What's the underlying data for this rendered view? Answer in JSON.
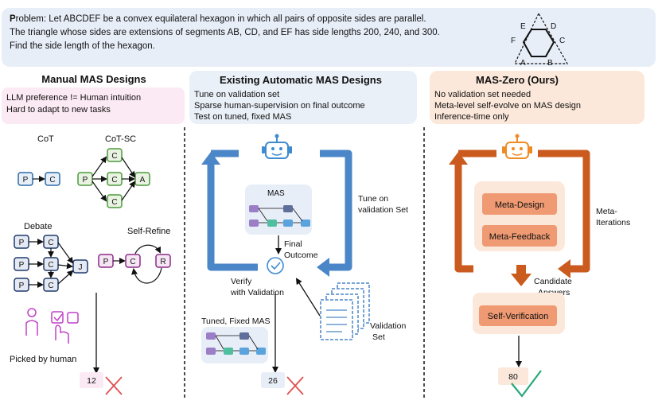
{
  "problem": {
    "bold_label": "P",
    "line1_rest": "roblem: Let ABCDEF be a convex equilateral hexagon in which all pairs of opposite sides are parallel.",
    "line2": "The triangle whose sides are extensions of segments AB, CD, and EF has side lengths 200, 240, and 300.",
    "line3": "Find the side length of the hexagon.",
    "hexagon_labels": [
      "A",
      "B",
      "C",
      "D",
      "E",
      "F"
    ]
  },
  "manual": {
    "title": "Manual MAS Designs",
    "bullets": [
      "LLM preference != Human intuition",
      "Hard to adapt to new tasks"
    ],
    "cot_label": "CoT",
    "cotsc_label": "CoT-SC",
    "debate_label": "Debate",
    "selfrefine_label": "Self-Refine",
    "picked_label": "Picked by human",
    "score": "12",
    "nodes": {
      "p": "P",
      "c": "C",
      "a": "A",
      "j": "J",
      "r": "R"
    }
  },
  "existing": {
    "title": "Existing Automatic MAS Designs",
    "bullets": [
      "Tune on validation set",
      "Sparse human-supervision on final outcome",
      "Test on tuned, fixed MAS"
    ],
    "mas_label": "MAS",
    "tune_label": [
      "Tune on",
      "validation Set"
    ],
    "final_label": [
      "Final",
      "Outcome"
    ],
    "verify_label": [
      "Verify",
      "with Validation"
    ],
    "tuned_label": "Tuned, Fixed MAS",
    "valset_label": [
      "Validation",
      "Set"
    ],
    "score": "26"
  },
  "zero": {
    "title": "MAS-Zero (Ours)",
    "bullets": [
      "No validation set needed",
      "Meta-level self-evolve on MAS design",
      "Inference-time only"
    ],
    "meta_design": "Meta-Design",
    "meta_feedback": "Meta-Feedback",
    "meta_iter_label": [
      "Meta-",
      "Iterations"
    ],
    "candidate_label": [
      "Candidate",
      "Answers"
    ],
    "self_verification": "Self-Verification",
    "score": "80"
  }
}
